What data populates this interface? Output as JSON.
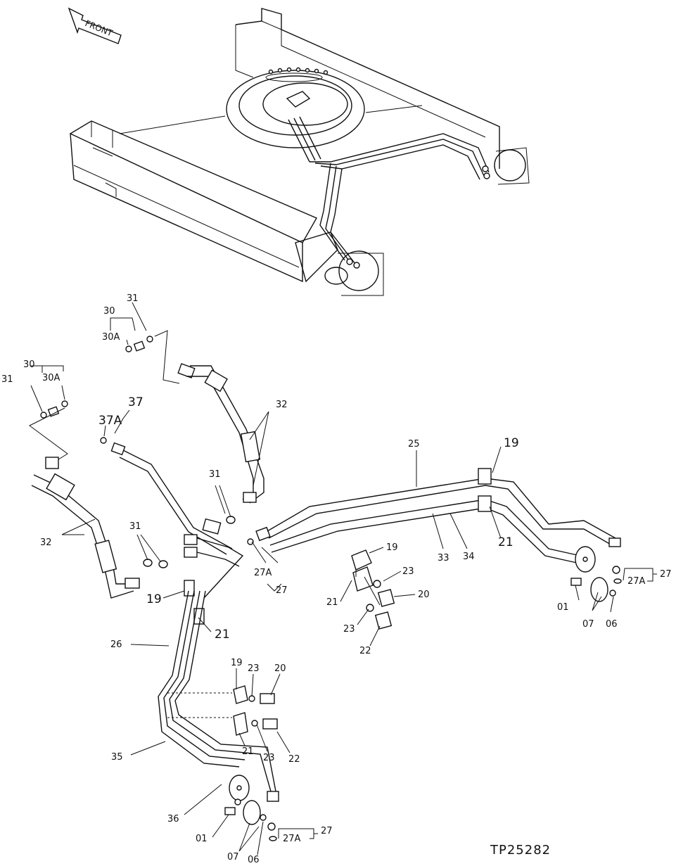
{
  "front_label": "FRONT",
  "drawing_number": "TP25282",
  "callouts": {
    "c30_top": "30",
    "c31_top": "31",
    "c30a_top": "30A",
    "c30_left": "30",
    "c30a_left": "30A",
    "c31_left": "31",
    "c37": "37",
    "c37a": "37A",
    "c32_right": "32",
    "c32_left": "32",
    "c31_mid": "31",
    "c31_lower": "31",
    "c25": "25",
    "c19_right": "19",
    "c21_right": "21",
    "c33": "33",
    "c34": "34",
    "c27a_mid": "27A",
    "c27_mid": "27",
    "c19_mid": "19",
    "c23_mid": "23",
    "c21_mid": "21",
    "c20_mid": "20",
    "c23_mid2": "23",
    "c22_mid": "22",
    "c01_right": "01",
    "c07_right": "07",
    "c06_right": "06",
    "c27a_right": "27A",
    "c27_right": "27",
    "c19_left": "19",
    "c21_left": "21",
    "c26": "26",
    "c19_low": "19",
    "c23_low": "23",
    "c20_low": "20",
    "c21_low": "21",
    "c23_low2": "23",
    "c22_low": "22",
    "c35": "35",
    "c36": "36",
    "c01_low": "01",
    "c07_low": "07",
    "c06_low": "06",
    "c27a_low": "27A",
    "c27_low": "27"
  }
}
